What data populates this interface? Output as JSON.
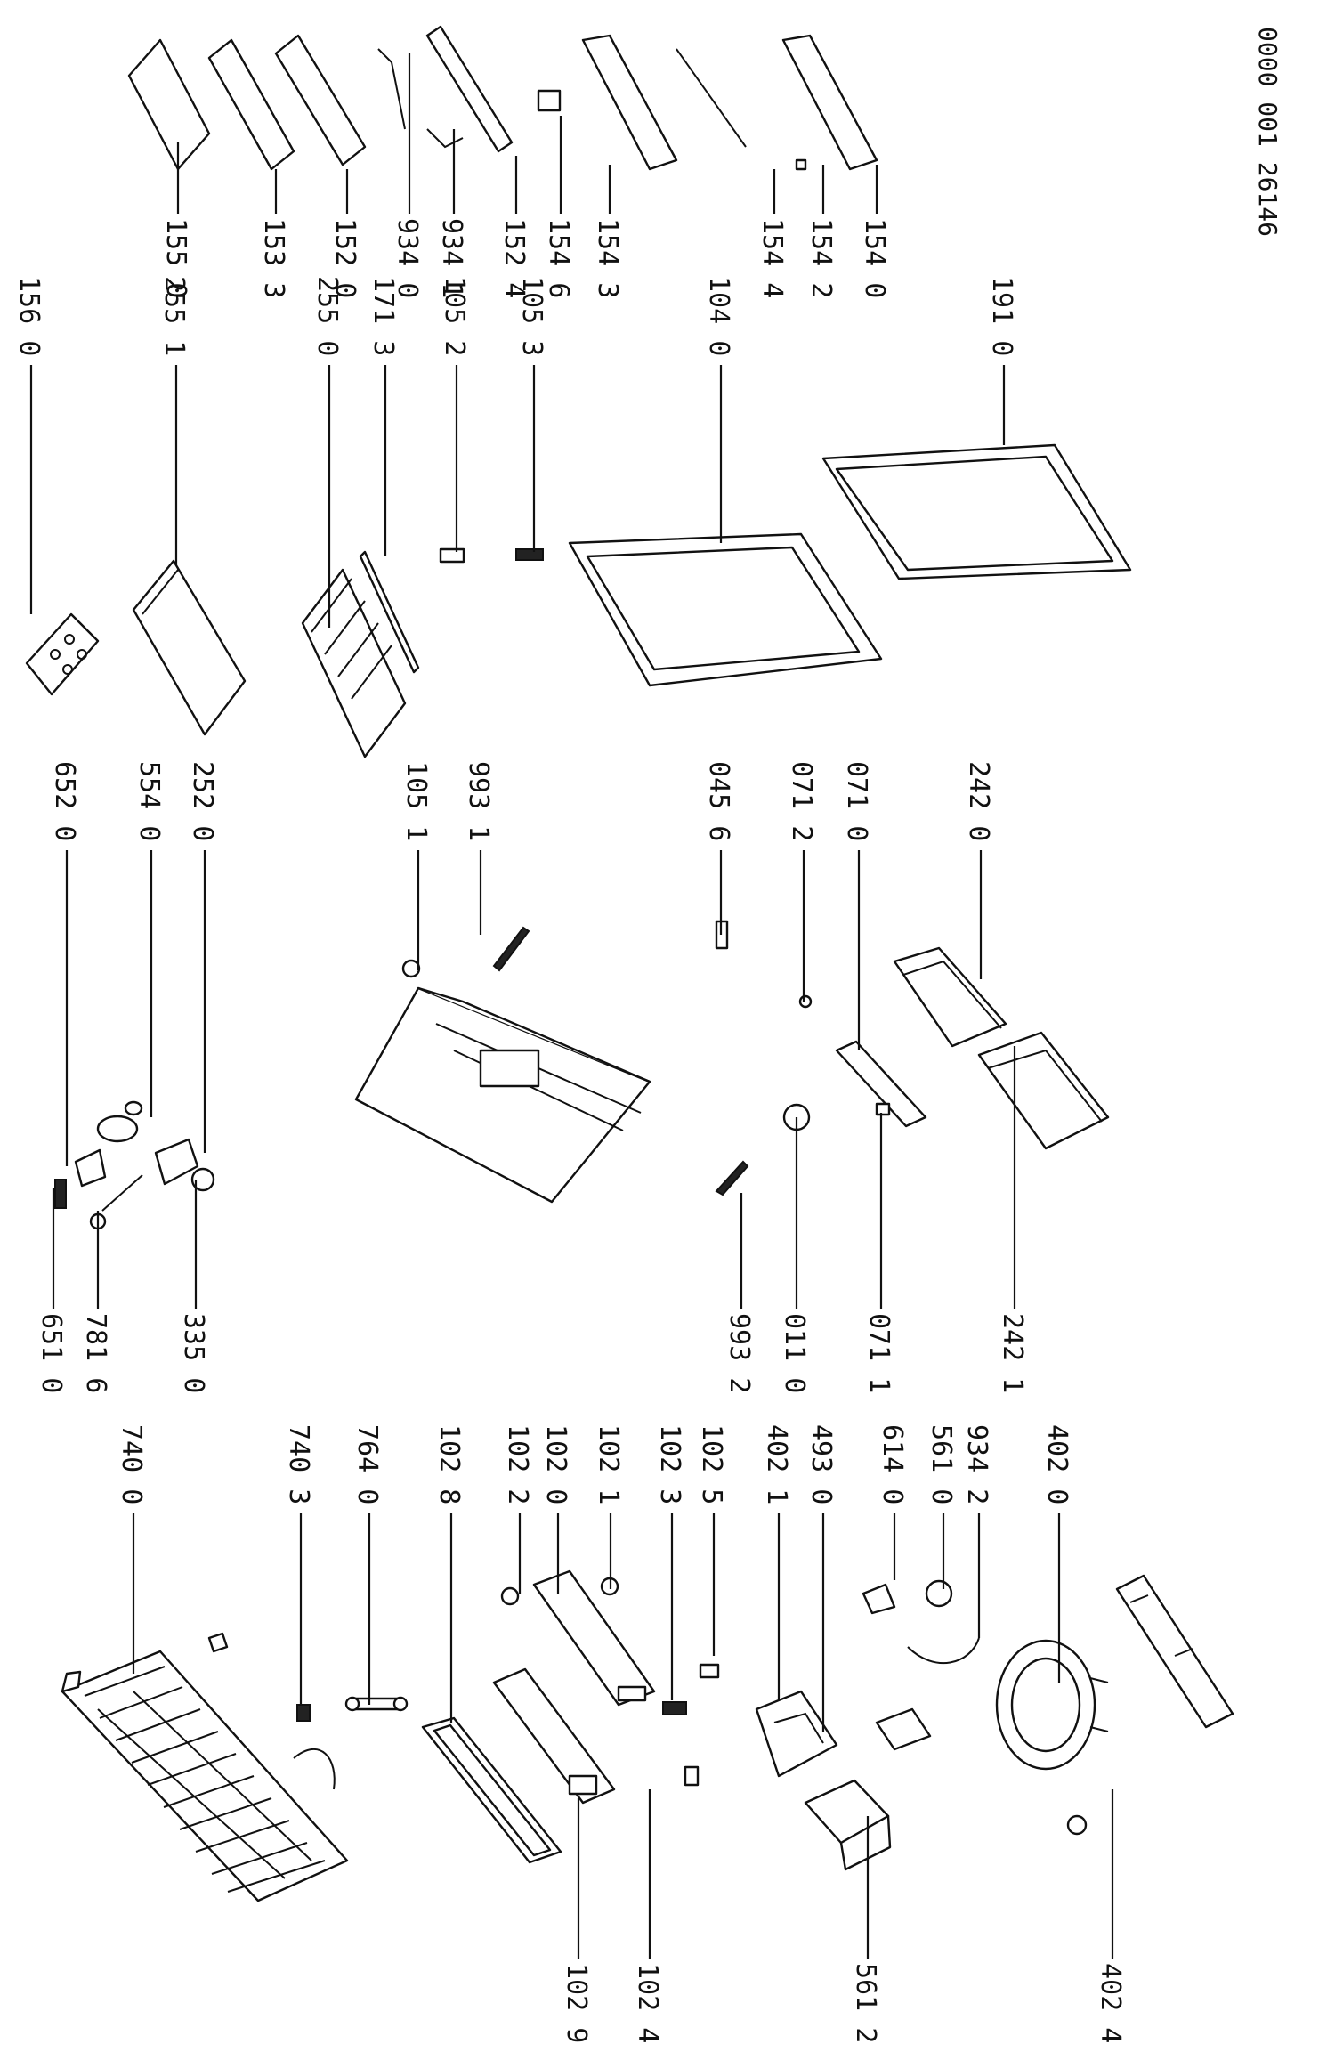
{
  "doc_number": "0000 001 26146",
  "callouts": [
    {
      "id": "c1",
      "text": "102 9"
    },
    {
      "id": "c2",
      "text": "102 4"
    },
    {
      "id": "c3",
      "text": "561 2"
    },
    {
      "id": "c4",
      "text": "402 4"
    },
    {
      "id": "c5",
      "text": "740 0"
    },
    {
      "id": "c6",
      "text": "740 3"
    },
    {
      "id": "c7",
      "text": "764 0"
    },
    {
      "id": "c8",
      "text": "102 8"
    },
    {
      "id": "c9",
      "text": "102 2"
    },
    {
      "id": "c10",
      "text": "102 0"
    },
    {
      "id": "c11",
      "text": "102 1"
    },
    {
      "id": "c12",
      "text": "102 3"
    },
    {
      "id": "c13",
      "text": "102 5"
    },
    {
      "id": "c14",
      "text": "402 1"
    },
    {
      "id": "c15",
      "text": "493 0"
    },
    {
      "id": "c16",
      "text": "614 0"
    },
    {
      "id": "c17",
      "text": "561 0"
    },
    {
      "id": "c18",
      "text": "934 2"
    },
    {
      "id": "c19",
      "text": "402 0"
    },
    {
      "id": "c20",
      "text": "651 0"
    },
    {
      "id": "c21",
      "text": "781 6"
    },
    {
      "id": "c22",
      "text": "335 0"
    },
    {
      "id": "c23",
      "text": "993 2"
    },
    {
      "id": "c24",
      "text": "011 0"
    },
    {
      "id": "c25",
      "text": "071 1"
    },
    {
      "id": "c26",
      "text": "242 1"
    },
    {
      "id": "c27",
      "text": "652 0"
    },
    {
      "id": "c28",
      "text": "554 0"
    },
    {
      "id": "c29",
      "text": "252 0"
    },
    {
      "id": "c30",
      "text": "105 1"
    },
    {
      "id": "c31",
      "text": "993 1"
    },
    {
      "id": "c32",
      "text": "045 6"
    },
    {
      "id": "c33",
      "text": "071 2"
    },
    {
      "id": "c34",
      "text": "071 0"
    },
    {
      "id": "c35",
      "text": "242 0"
    },
    {
      "id": "c36",
      "text": "156 0"
    },
    {
      "id": "c37",
      "text": "255 1"
    },
    {
      "id": "c38",
      "text": "255 0"
    },
    {
      "id": "c39",
      "text": "171 3"
    },
    {
      "id": "c40",
      "text": "105 2"
    },
    {
      "id": "c41",
      "text": "105 3"
    },
    {
      "id": "c42",
      "text": "104 0"
    },
    {
      "id": "c43",
      "text": "191 0"
    },
    {
      "id": "c44",
      "text": "155 0"
    },
    {
      "id": "c45",
      "text": "153 3"
    },
    {
      "id": "c46",
      "text": "152 0"
    },
    {
      "id": "c47",
      "text": "934 0"
    },
    {
      "id": "c48",
      "text": "934 1"
    },
    {
      "id": "c49",
      "text": "152 4"
    },
    {
      "id": "c50",
      "text": "154 6"
    },
    {
      "id": "c51",
      "text": "154 3"
    },
    {
      "id": "c52",
      "text": "154 4"
    },
    {
      "id": "c53",
      "text": "154 2"
    },
    {
      "id": "c54",
      "text": "154 0"
    }
  ]
}
